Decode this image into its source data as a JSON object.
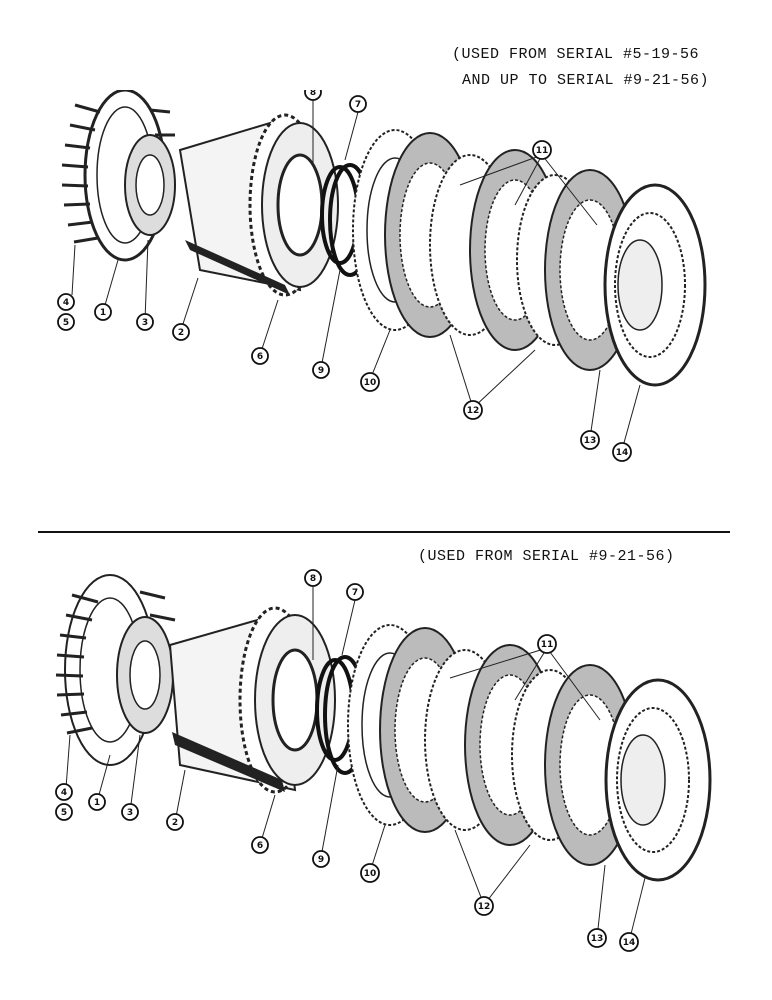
{
  "captions": {
    "top_line1": "(USED FROM SERIAL #5-19-56",
    "top_line2": "AND UP TO SERIAL #9-21-56)",
    "bottom": "(USED FROM SERIAL #9-21-56)"
  },
  "callouts": {
    "p1": "1",
    "p2": "2",
    "p3": "3",
    "p4": "4",
    "p5": "5",
    "p6": "6",
    "p7": "7",
    "p8": "8",
    "p9": "9",
    "p10": "10",
    "p11": "11",
    "p12": "12",
    "p13": "13",
    "p14": "14"
  }
}
